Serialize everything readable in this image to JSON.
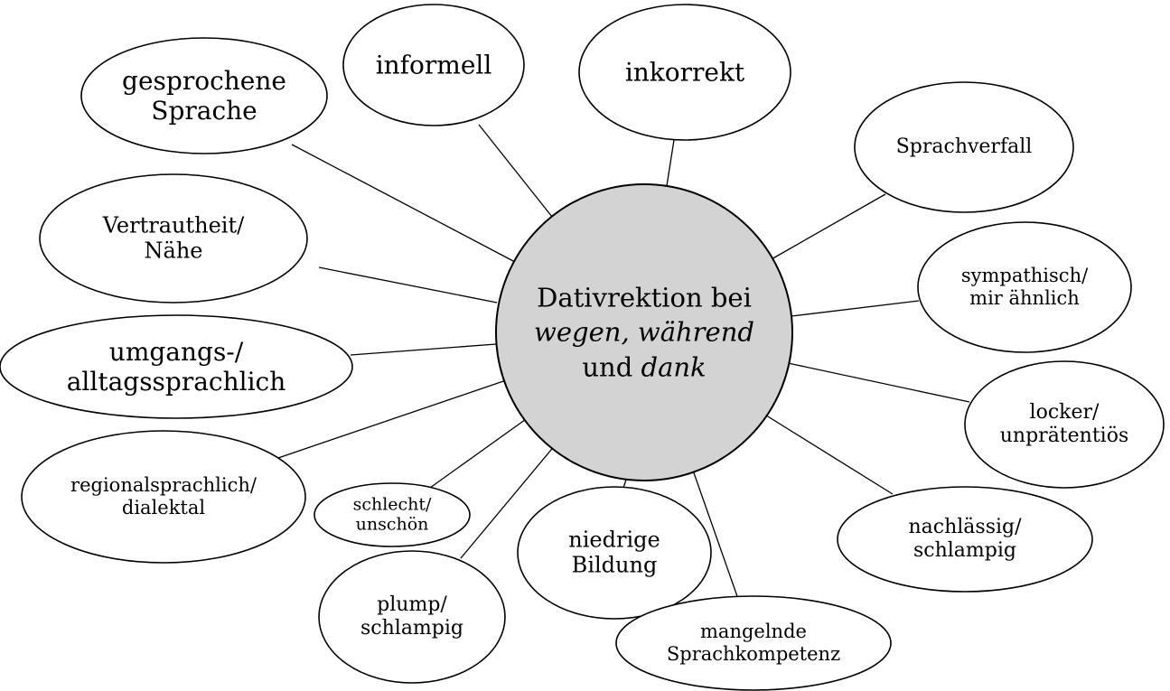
{
  "center": {
    "line1": "Dativrektion bei",
    "line2": "wegen, während",
    "line3_plain": "und ",
    "line3_italic": "dank"
  },
  "nodes": [
    {
      "id": "gesprochene-sprache",
      "lines": [
        "gesprochene",
        "Sprache"
      ]
    },
    {
      "id": "informell",
      "lines": [
        "informell"
      ]
    },
    {
      "id": "inkorrekt",
      "lines": [
        "inkorrekt"
      ]
    },
    {
      "id": "sprachverfall",
      "lines": [
        "Sprachverfall"
      ]
    },
    {
      "id": "vertrautheit-naehe",
      "lines": [
        "Vertrautheit/",
        "Nähe"
      ]
    },
    {
      "id": "sympathisch",
      "lines": [
        "sympathisch/",
        "mir ähnlich"
      ]
    },
    {
      "id": "umgangssprachlich",
      "lines": [
        "umgangs-/",
        "alltagssprachlich"
      ]
    },
    {
      "id": "locker",
      "lines": [
        "locker/",
        "unprätentiös"
      ]
    },
    {
      "id": "regionalsprachlich",
      "lines": [
        "regionalsprachlich/",
        "dialektal"
      ]
    },
    {
      "id": "schlecht",
      "lines": [
        "schlecht/",
        "unschön"
      ]
    },
    {
      "id": "nachlaessig",
      "lines": [
        "nachlässig/",
        "schlampig"
      ]
    },
    {
      "id": "niedrige-bildung",
      "lines": [
        "niedrige",
        "Bildung"
      ]
    },
    {
      "id": "plump",
      "lines": [
        "plump/",
        "schlampig"
      ]
    },
    {
      "id": "mangelnde-sprachkompetenz",
      "lines": [
        "mangelnde",
        "Sprachkompetenz"
      ]
    }
  ]
}
